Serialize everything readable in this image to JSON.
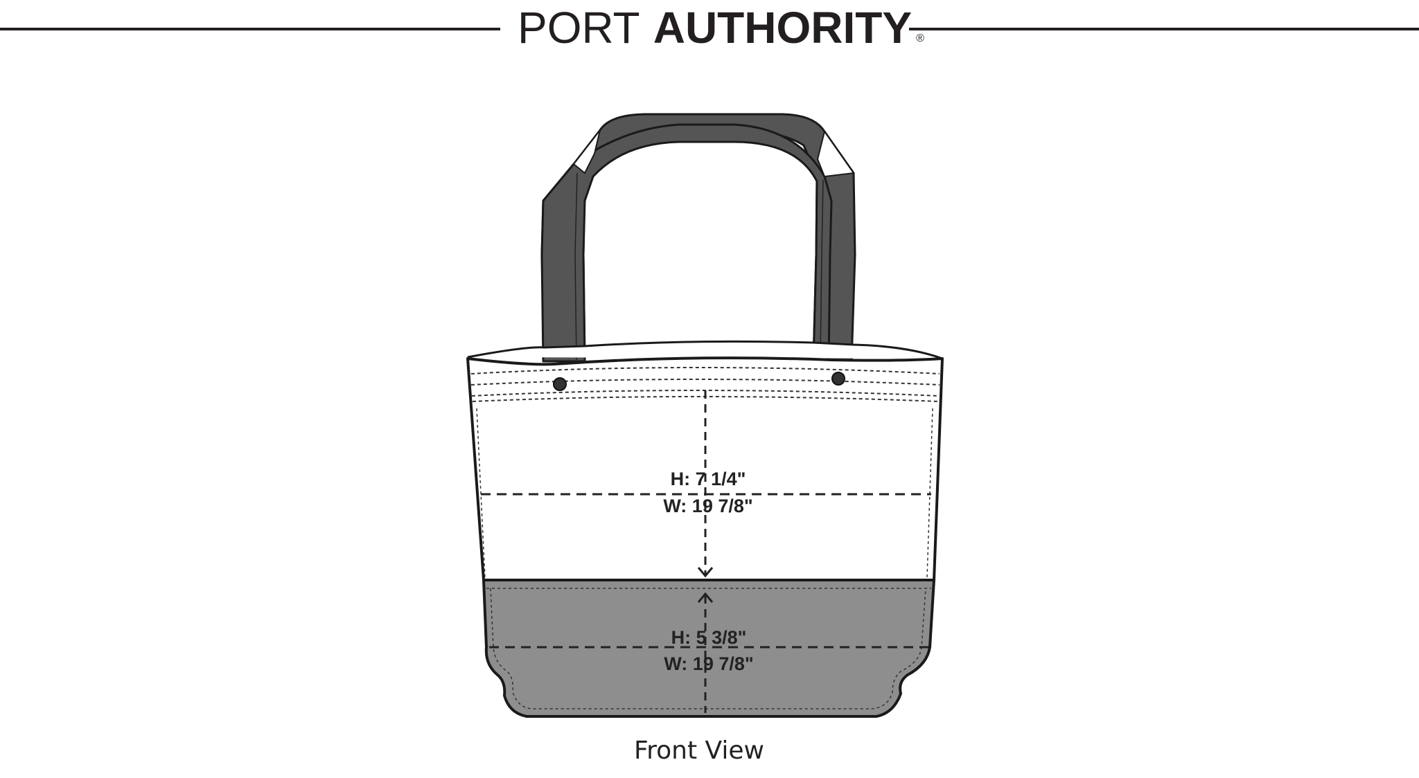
{
  "brand": {
    "name_light": "PORT",
    "name_bold": "AUTHORITY",
    "registered_mark": "®"
  },
  "colors": {
    "outline": "#1a1a1a",
    "handle": "#555555",
    "bottom_panel": "#8e8e8e",
    "body": "#ffffff"
  },
  "dimensions": {
    "upper_height": "H: 7 1/4\"",
    "upper_width": "W: 19 7/8\"",
    "lower_height": "H: 5 3/8\"",
    "lower_width": "W: 19 7/8\""
  },
  "caption": "Front View"
}
